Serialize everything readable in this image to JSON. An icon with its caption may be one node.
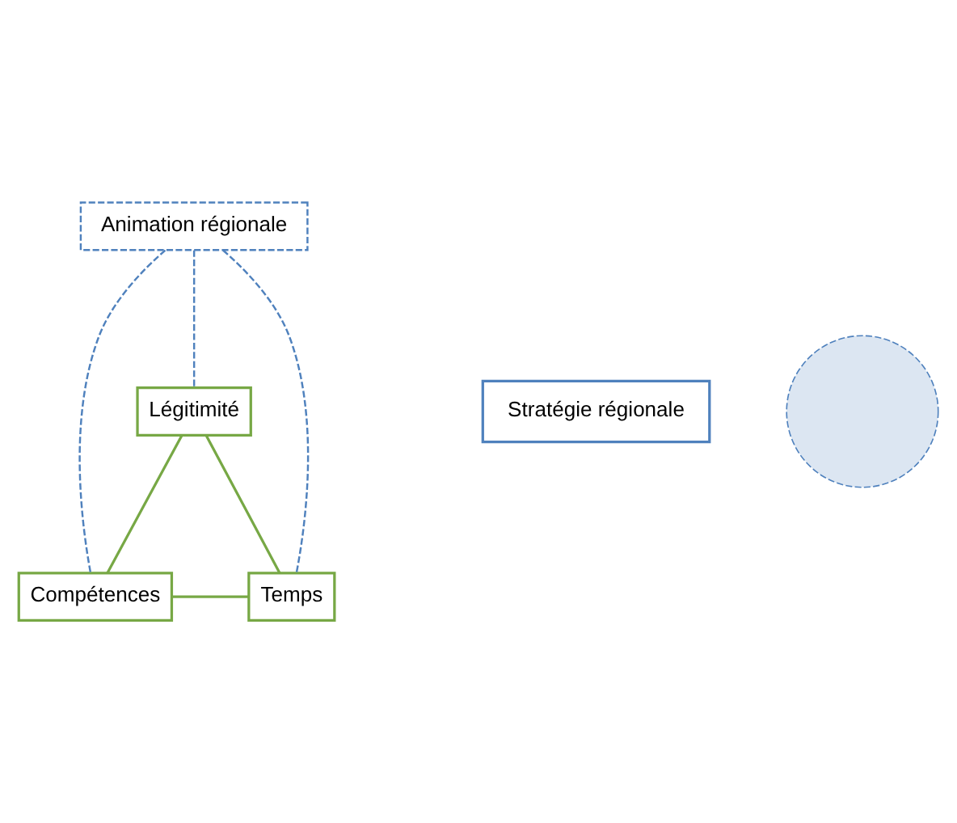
{
  "diagram": {
    "nodes": [
      {
        "text": [
          "Légitimité"
        ]
      },
      {
        "text": [
          "Stratégie régionale"
        ]
      },
      {
        "text": [],
        "shape": "circle"
      },
      {
        "text": [
          "Animation régionale"
        ]
      },
      {
        "text": [
          "Compétences"
        ]
      },
      {
        "text": [
          "Temps"
        ]
      }
    ],
    "edges": [
      {
        "from": 0,
        "to": 4,
        "arrow": "none"
      },
      {
        "from": 4,
        "to": 5,
        "arrow": "none"
      },
      {
        "from": 5,
        "to": 0,
        "arrow": "none"
      },
      {
        "from": 3,
        "to": 0,
        "arrow": "none",
        "style": "dashed",
        "color": "#4f81bd"
      },
      {
        "from": 3,
        "to": 4,
        "arrow": "none",
        "style": "dashed",
        "color": "#4f81bd"
      },
      {
        "from": 3,
        "to": 5,
        "arrow": "none",
        "style": "dashed",
        "color": "#4f81bd"
      }
    ]
  }
}
